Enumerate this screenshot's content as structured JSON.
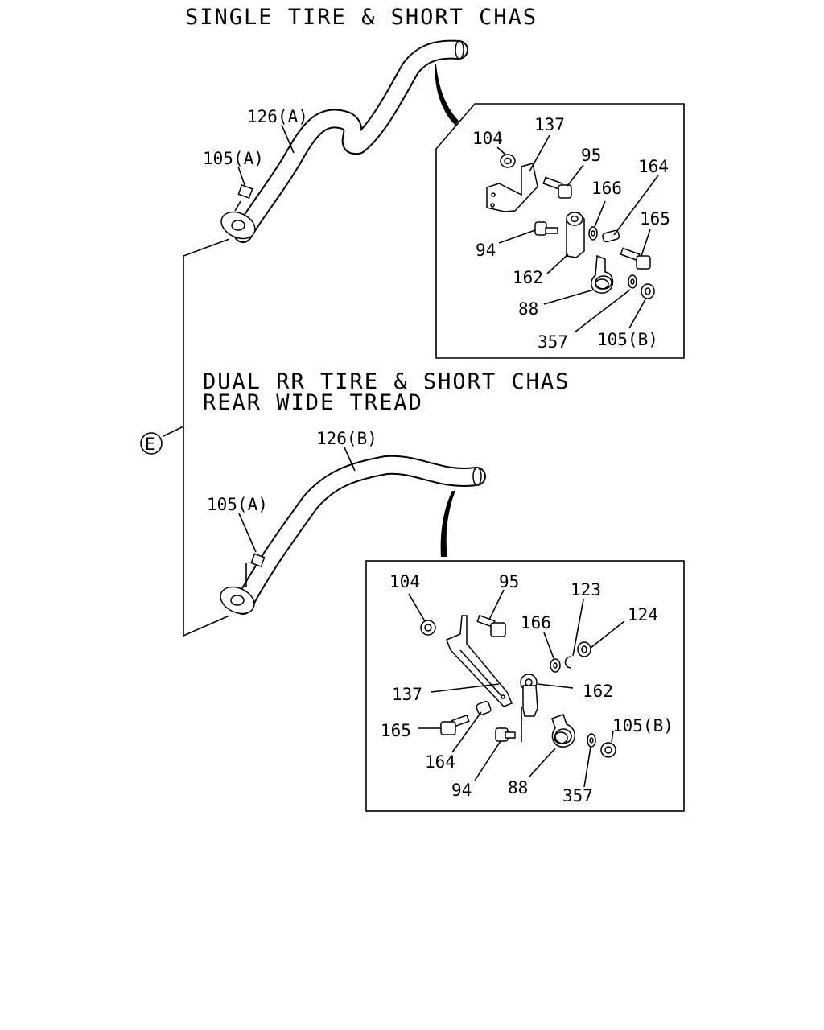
{
  "headers": {
    "single": "SINGLE TIRE & SHORT CHAS",
    "dual_line1": "DUAL RR TIRE & SHORT CHAS",
    "dual_line2": "REAR WIDE TREAD"
  },
  "ref_marker": "E",
  "upper": {
    "pipe_label": "126(A)",
    "nut_label": "105(A)",
    "detail": [
      "104",
      "137",
      "95",
      "164",
      "166",
      "165",
      "94",
      "162",
      "88",
      "357",
      "105(B)"
    ]
  },
  "lower": {
    "pipe_label": "126(B)",
    "nut_label": "105(A)",
    "detail": [
      "104",
      "95",
      "123",
      "124",
      "166",
      "162",
      "137",
      "165",
      "164",
      "94",
      "88",
      "357",
      "105(B)"
    ]
  }
}
